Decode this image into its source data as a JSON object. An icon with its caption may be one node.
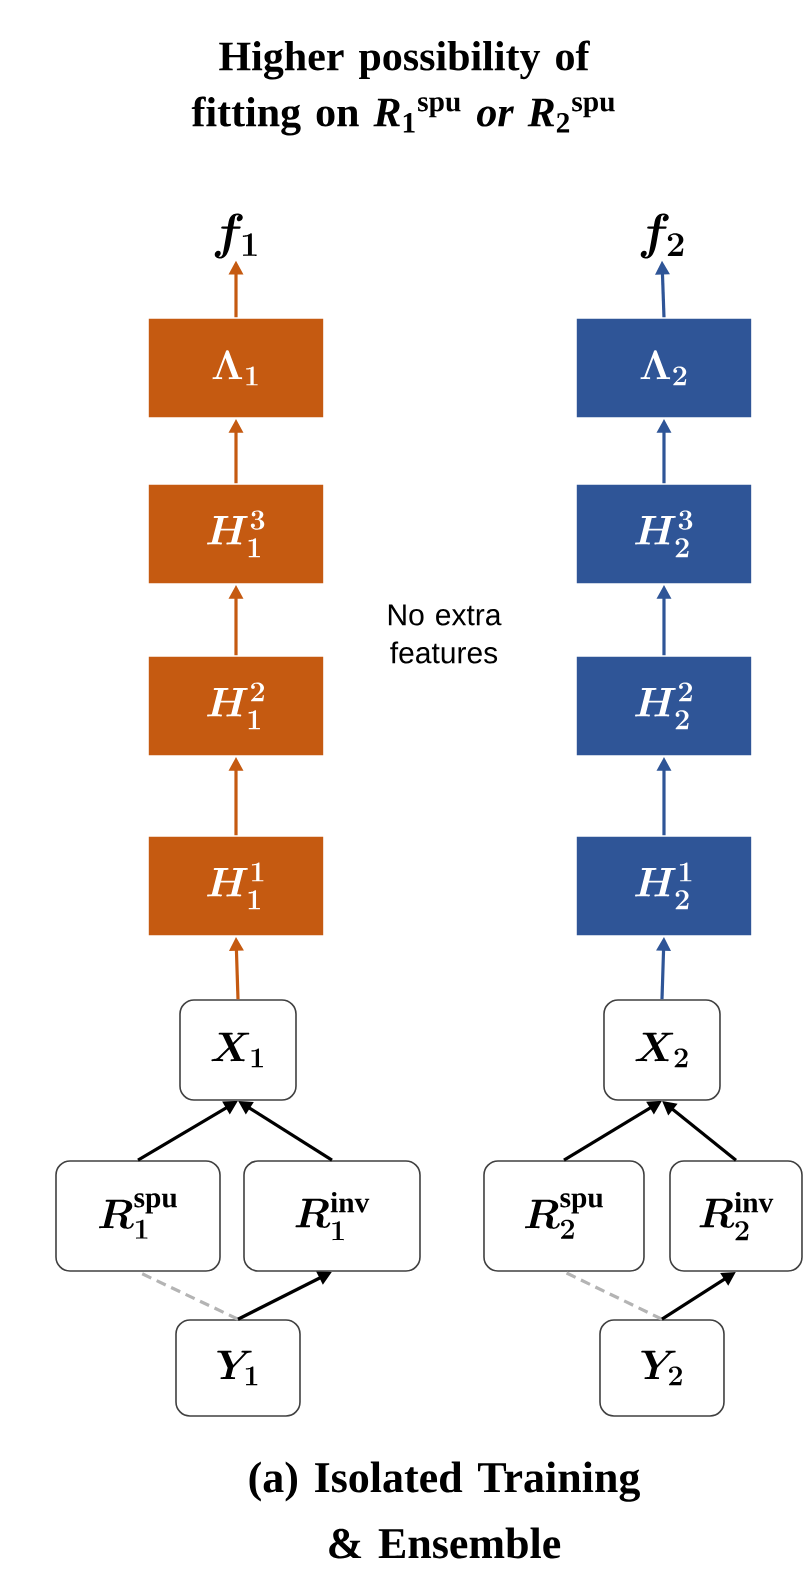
{
  "diagram": {
    "title": "Higher possibility of fitting on *R*$_{1}$$^{spu}$ *or R*$_{2}$$^{spu}$",
    "nodes": [
      {
        "text": [
          "f_1"
        ]
      },
      {
        "text": [
          "f_2"
        ]
      },
      {
        "text": [
          "\\Lambda_1"
        ]
      },
      {
        "text": [
          "\\Lambda_2"
        ]
      },
      {
        "text": [
          "H_1^3"
        ]
      },
      {
        "text": [
          "H_2^3"
        ]
      },
      {
        "text": [
          "H_1^2"
        ]
      },
      {
        "text": [
          "H_2^2"
        ]
      },
      {
        "text": [
          "H_1^1"
        ]
      },
      {
        "text": [
          "H_2^1"
        ]
      },
      {
        "text": [
          "X_1"
        ]
      },
      {
        "text": [
          "X_2"
        ]
      },
      {
        "text": [
          "R_1^{\\mathrm{spu}}"
        ]
      },
      {
        "text": [
          "R_1^{\\mathrm{inv}}"
        ]
      },
      {
        "text": [
          "R_2^{\\mathrm{spu}}"
        ]
      },
      {
        "text": [
          "R_2^{\\mathrm{inv}}"
        ]
      },
      {
        "text": [
          "Y_1"
        ]
      },
      {
        "text": [
          "Y_2"
        ]
      }
    ],
    "edges": [
      {
        "from": 2,
        "to": 0,
        "arrow": "to",
        "color": "#c55a11"
      },
      {
        "from": 3,
        "to": 1,
        "arrow": "to",
        "color": "#2f5597"
      },
      {
        "from": 4,
        "to": 2,
        "arrow": "to",
        "color": "#c55a11"
      },
      {
        "from": 5,
        "to": 3,
        "arrow": "to",
        "color": "#2f5597"
      },
      {
        "from": 6,
        "to": 4,
        "arrow": "to",
        "color": "#c55a11"
      },
      {
        "from": 7,
        "to": 5,
        "arrow": "to",
        "color": "#2f5597"
      },
      {
        "from": 8,
        "to": 6,
        "arrow": "to",
        "color": "#c55a11"
      },
      {
        "from": 9,
        "to": 7,
        "arrow": "to",
        "color": "#2f5597"
      },
      {
        "from": 10,
        "to": 8,
        "arrow": "to",
        "color": "#c55a11"
      },
      {
        "from": 11,
        "to": 9,
        "arrow": "to",
        "color": "#2f5597"
      },
      {
        "from": 12,
        "to": 10,
        "arrow": "to"
      },
      {
        "from": 13,
        "to": 10,
        "arrow": "to"
      },
      {
        "from": 14,
        "to": 11,
        "arrow": "to"
      },
      {
        "from": 15,
        "to": 11,
        "arrow": "to"
      },
      {
        "from": 16,
        "to": 12,
        "arrow": "none",
        "style": "dashed",
        "color": "#b4b4b4"
      },
      {
        "from": 16,
        "to": 13,
        "arrow": "to"
      },
      {
        "from": 17,
        "to": 14,
        "arrow": "none",
        "style": "dashed",
        "color": "#b4b4b4"
      },
      {
        "from": 17,
        "to": 15,
        "arrow": "to"
      }
    ],
    "labels": [
      "No extra features"
    ],
    "caption": "(a) Isolated Training & Ensemble"
  }
}
